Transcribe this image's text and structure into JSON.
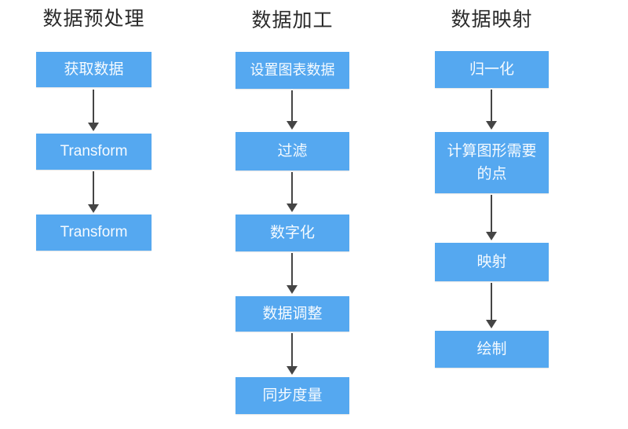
{
  "diagram": {
    "background": "#ffffff",
    "box_fill_color": "#55a8f0",
    "box_text_color": "#ffffff",
    "arrow_color": "#454545",
    "title_color": "#2a2a2a",
    "columns": [
      {
        "title": "数据预处理",
        "steps": [
          "获取数据",
          "Transform",
          "Transform"
        ]
      },
      {
        "title": "数据加工",
        "steps": [
          "设置图表数据",
          "过滤",
          "数字化",
          "数据调整",
          "同步度量"
        ]
      },
      {
        "title": "数据映射",
        "steps": [
          "归一化",
          "计算图形需要的点",
          "映射",
          "绘制"
        ]
      }
    ]
  }
}
